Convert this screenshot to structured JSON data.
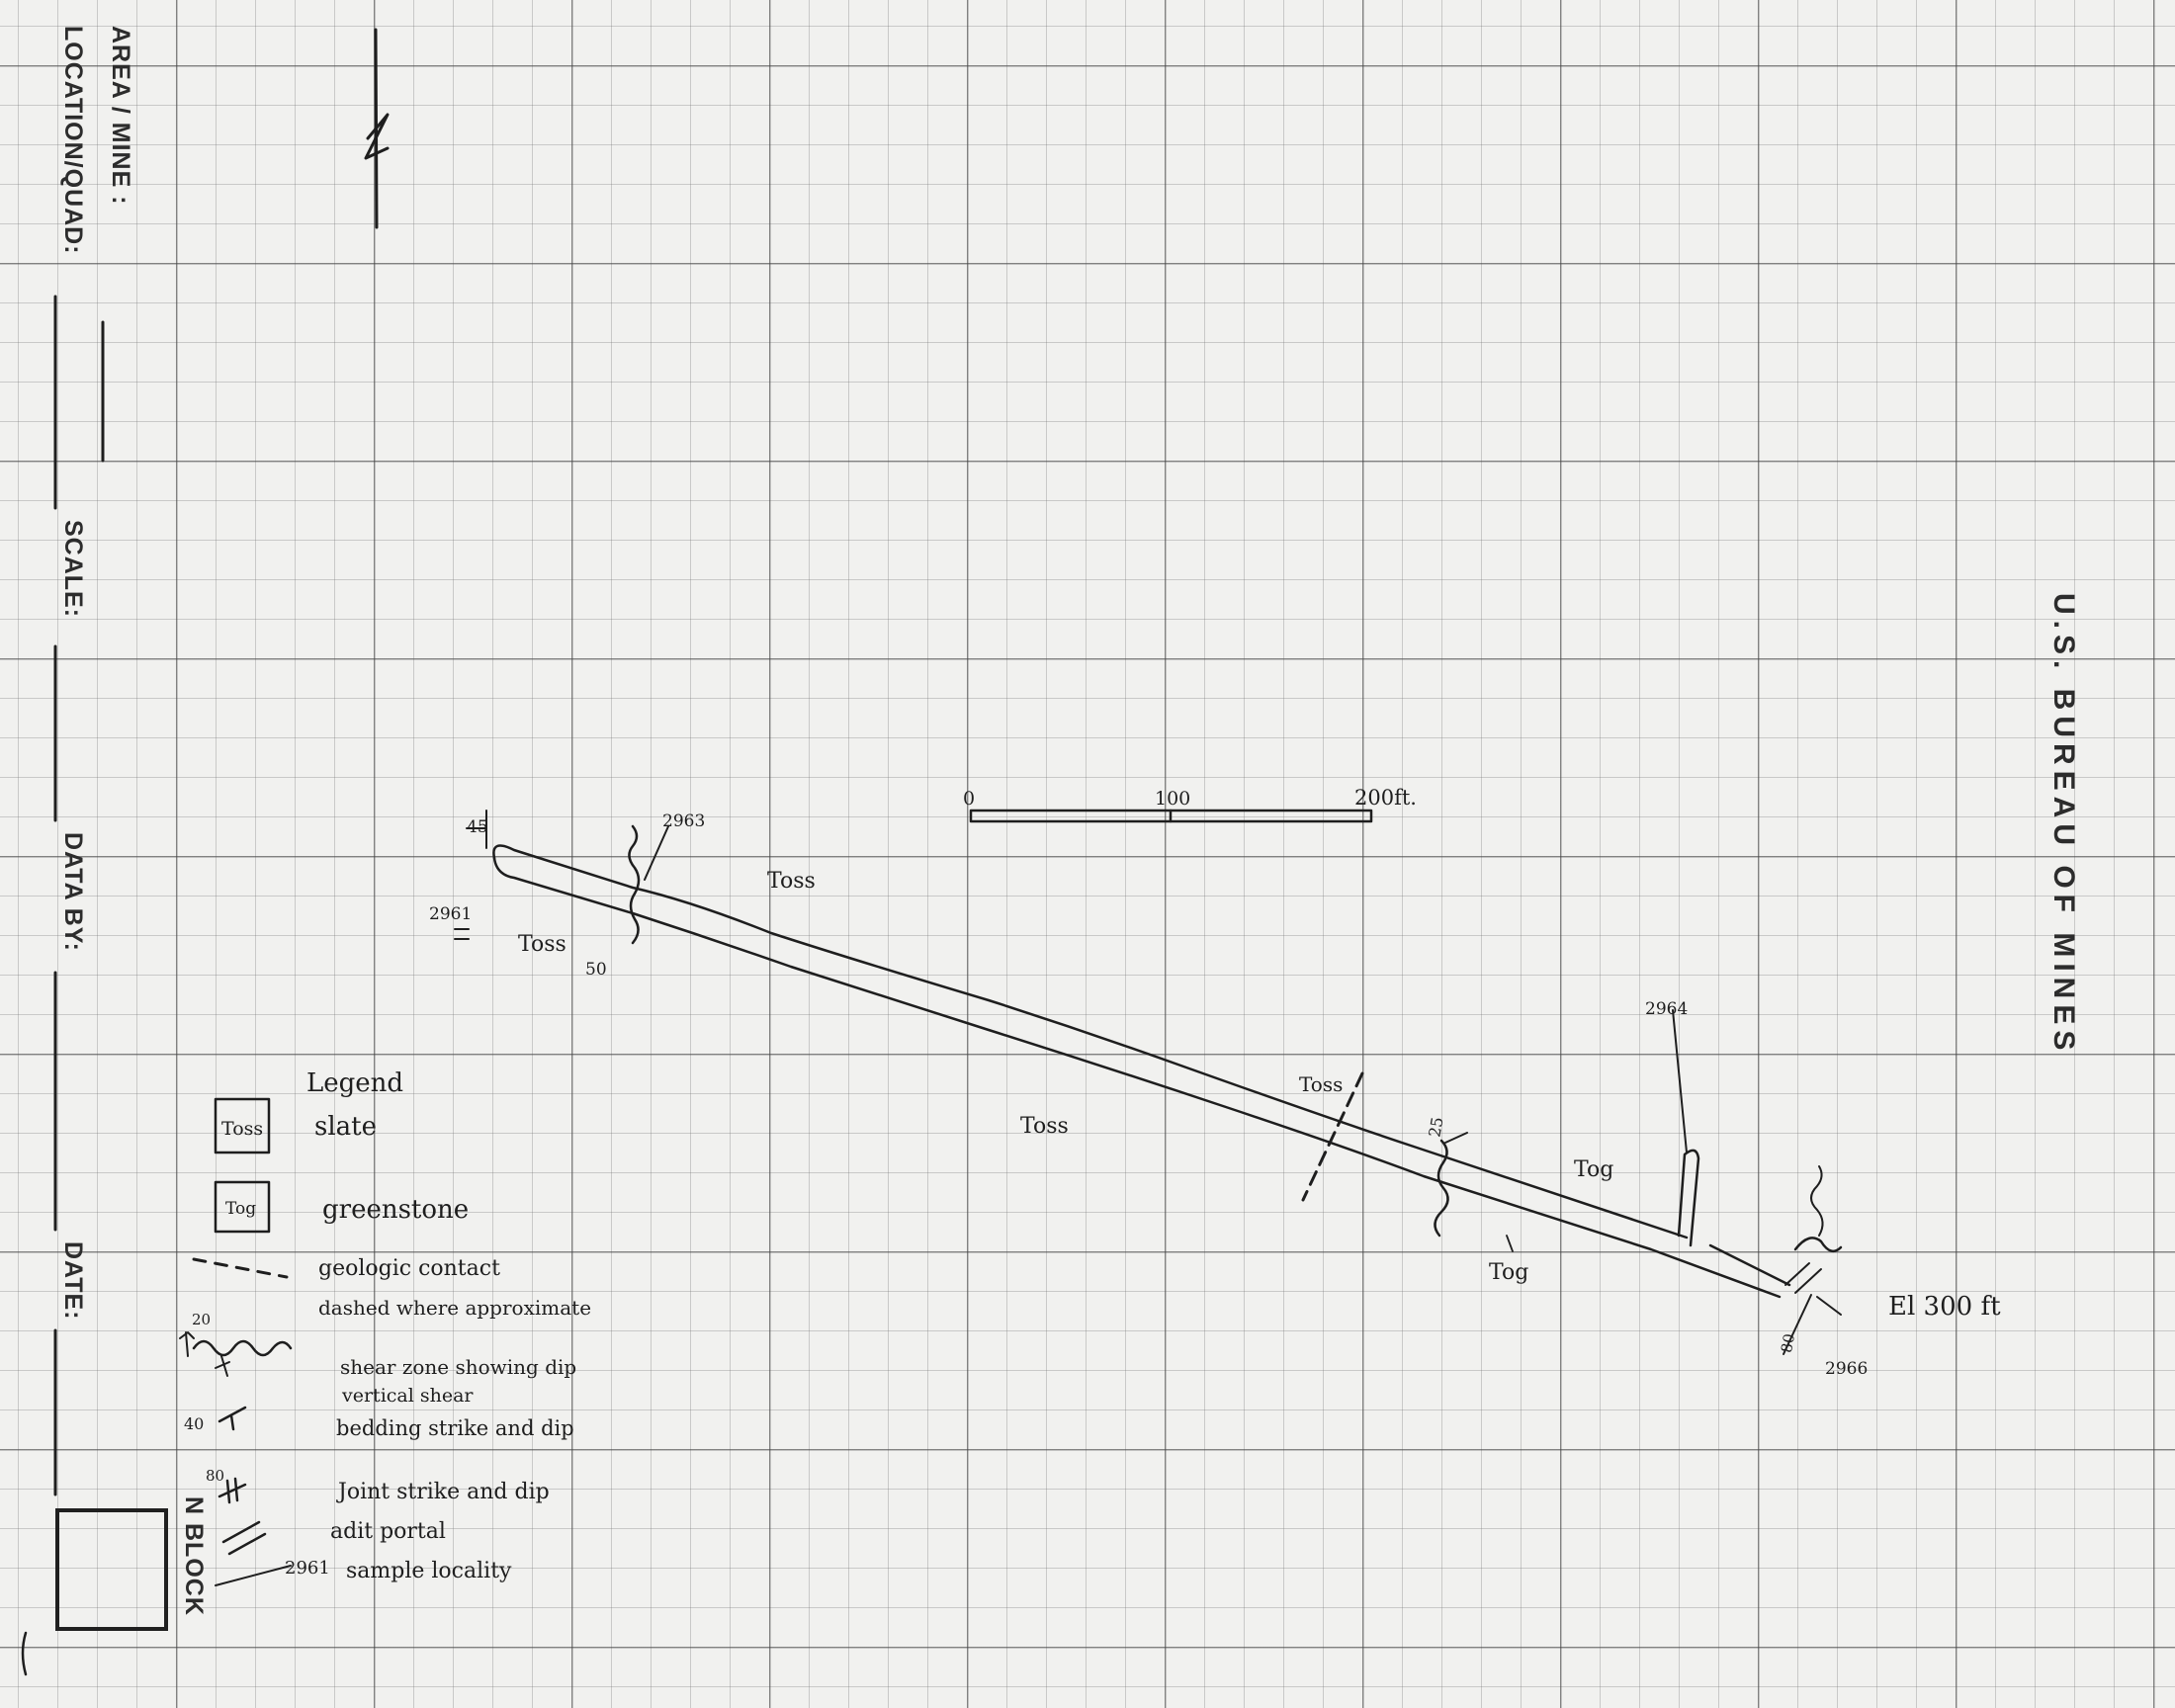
{
  "form": {
    "area_mine_label": "AREA / MINE :",
    "location_quad_label": "LOCATION/QUAD:",
    "scale_label": "SCALE:",
    "data_by_label": "DATA  BY:",
    "date_label": "DATE:",
    "block_label": "N BLOCK",
    "agency": "U.S.  BUREAU  OF  MINES"
  },
  "scale_bar": {
    "ticks": [
      "0",
      "100",
      "200ft."
    ]
  },
  "map_labels": {
    "toss_a": "Toss",
    "toss_b": "Toss",
    "toss_c": "Toss",
    "toss_d": "Toss",
    "tog_a": "Tog",
    "tog_b": "Tog",
    "elevation": "El 300 ft"
  },
  "samples": {
    "s1": "2961",
    "s2": "2963",
    "s3": "2964",
    "s4": "2966"
  },
  "attitudes": {
    "a1": "45",
    "a2": "50",
    "a3": "25",
    "a4": "80"
  },
  "legend": {
    "title": "Legend",
    "box_toss": "Toss",
    "slate": "slate",
    "box_tog": "Tog",
    "greenstone": "greenstone",
    "contact": "geologic contact",
    "contact_note": "dashed where approximate",
    "shear_num": "20",
    "shear": "shear zone showing dip",
    "vertical_shear": "vertical shear",
    "bedding_num": "40",
    "bedding": "bedding strike and dip",
    "joint_num": "80",
    "joint": "Joint strike and dip",
    "adit": "adit portal",
    "sample_num": "2961",
    "sample": "sample locality"
  },
  "colors": {
    "ink": "#1e1e1e",
    "paper": "#f1f1ef",
    "grid": "#6e6e6e"
  }
}
